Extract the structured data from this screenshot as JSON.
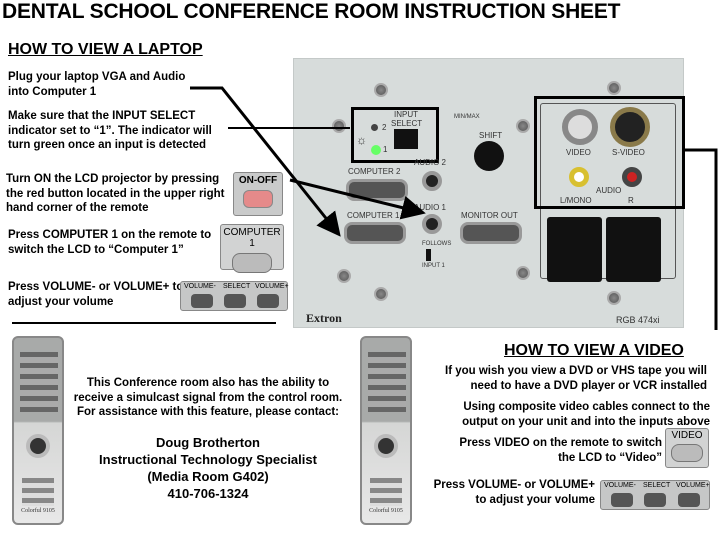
{
  "title": "DENTAL SCHOOL CONFERENCE ROOM INSTRUCTION SHEET",
  "laptop": {
    "heading": "HOW TO VIEW A LAPTOP",
    "steps": [
      "Plug your laptop VGA and Audio into Computer 1",
      "Make sure that the INPUT SELECT indicator set to “1”. The indicator will turn green once an input is detected",
      "Turn ON the LCD projector by pressing the red button located in the upper right hand corner of the remote",
      "Press COMPUTER 1 on the remote to switch the LCD to “Computer 1”",
      "Press VOLUME- or VOLUME+ to adjust your volume"
    ],
    "buttons": {
      "onoff": "ON-OFF",
      "computer1": "COMPUTER 1",
      "vol_minus": "VOLUME-",
      "select": "SELECT",
      "vol_plus": "VOLUME+"
    }
  },
  "panel": {
    "input_select": "INPUT SELECT",
    "led2": "2",
    "led1": "1",
    "minmax": "MIN/MAX",
    "shift": "SHIFT",
    "computer2": "COMPUTER 2",
    "audio2": "AUDIO 2",
    "computer1": "COMPUTER 1",
    "audio1": "AUDIO 1",
    "monitor_out": "MONITOR OUT",
    "follows": "FOLLOWS",
    "input1": "INPUT 1",
    "video": "VIDEO",
    "svideo": "S-VIDEO",
    "audio": "AUDIO",
    "lmono": "L/MONO",
    "r": "R",
    "brand": "Extron",
    "model": "RGB 474xi"
  },
  "contact": {
    "intro": "This Conference room also has the ability to receive a simulcast signal from the control room. For assistance with this feature, please contact:",
    "name": "Doug Brotherton",
    "role": "Instructional Technology Specialist",
    "room": "(Media Room G402)",
    "phone": "410-706-1324"
  },
  "remote_label": "Colorful 9105",
  "video": {
    "heading": "HOW TO VIEW A VIDEO",
    "steps": [
      "If you wish you view a DVD or VHS tape you will need to have a DVD player or VCR installed",
      "Using composite video cables connect to the output on your unit and into the inputs above",
      "Press VIDEO on the remote to switch the LCD to “Video”",
      "Press VOLUME- or VOLUME+ to adjust your volume"
    ],
    "video_button": "VIDEO"
  }
}
